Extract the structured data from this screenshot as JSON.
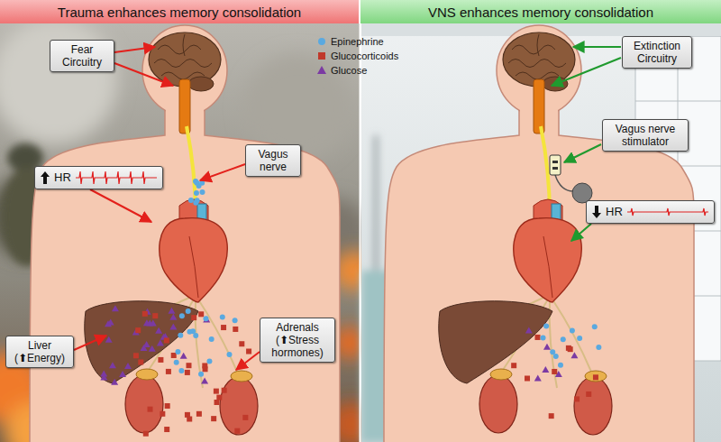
{
  "diagram": {
    "nodes": [
      {
        "text": [
          "Trauma enhances memory consolidation"
        ]
      },
      {
        "text": [
          "VNS enhances memory consolidation"
        ]
      },
      {
        "text": [
          "Fear Circuitry"
        ]
      },
      {
        "text": [
          "Vagus nerve"
        ]
      },
      {
        "text": [
          "HR"
        ]
      },
      {
        "text": [
          "Liver (⬆Energy)"
        ]
      },
      {
        "text": [
          "Adrenals (⬆Stress hormones)"
        ]
      },
      {
        "text": [
          "Extinction Circuitry"
        ]
      },
      {
        "text": [
          "Vagus nerve stimulator"
        ]
      },
      {
        "text": [
          "HR"
        ]
      }
    ],
    "legend": [
      {
        "text": "Epinephrine"
      },
      {
        "text": "Glucocorticoids"
      },
      {
        "text": "Glucose"
      }
    ]
  }
}
